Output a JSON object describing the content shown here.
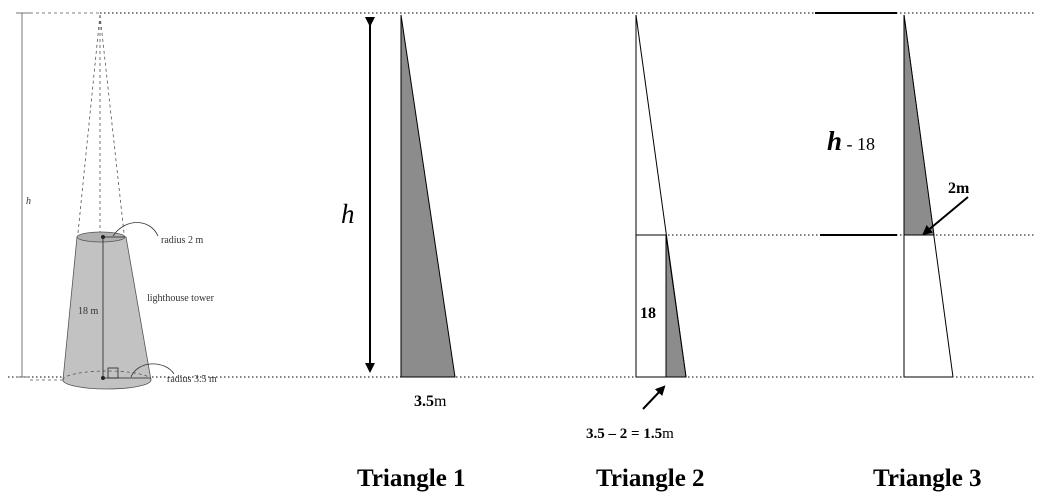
{
  "cone_sketch": {
    "h_label": "h",
    "top_radius_label": "radius 2 m",
    "height_label": "18 m",
    "tower_label": "lighthouse tower",
    "bottom_radius_label": "radius 3.5 m"
  },
  "triangle1": {
    "h_label": "h",
    "base_value": "3.5",
    "base_unit": "m",
    "title": "Triangle 1"
  },
  "triangle2": {
    "height_label": "18",
    "formula_left": "3.5 – 2 = ",
    "formula_value": "1.5",
    "formula_unit": "m",
    "title": "Triangle 2"
  },
  "triangle3": {
    "h_var": "h",
    "h_rest": " - 18",
    "radius_value": "2",
    "radius_unit": "m",
    "title": "Triangle 3"
  },
  "colors": {
    "shaded_triangle": "#8c8c8c",
    "tower_fill": "#c0c0c0",
    "guide_lines": "#000000"
  }
}
